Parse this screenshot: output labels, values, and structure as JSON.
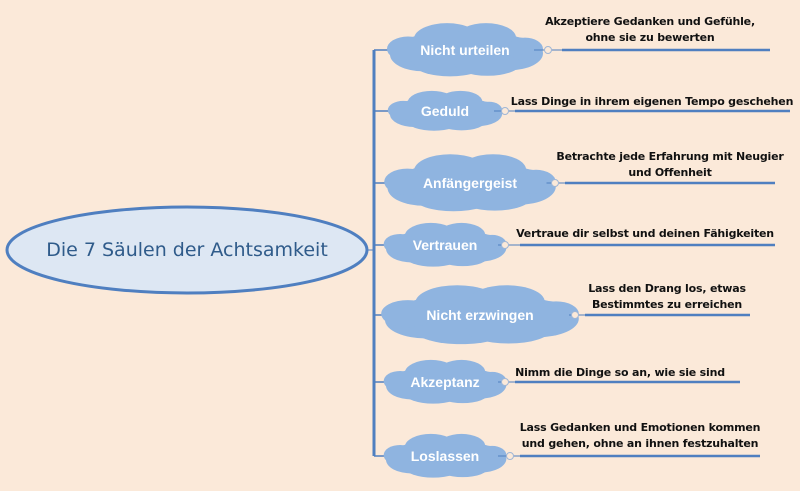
{
  "title": "Die 7 Säulen der Achtsamkeit",
  "colors": {
    "background": "#fbe9d9",
    "cloud": "#8fb4e0",
    "line": "#4f7fc0",
    "center_fill": "#dde7f3"
  },
  "pillars": [
    {
      "name": "Nicht urteilen",
      "desc": [
        "Akzeptiere Gedanken und Gefühle,",
        "ohne sie zu bewerten"
      ]
    },
    {
      "name": "Geduld",
      "desc": [
        "Lass Dinge in ihrem eigenen Tempo geschehen"
      ]
    },
    {
      "name": "Anfängergeist",
      "desc": [
        "Betrachte jede Erfahrung mit Neugier",
        "und Offenheit"
      ]
    },
    {
      "name": "Vertrauen",
      "desc": [
        "Vertraue dir selbst und deinen Fähigkeiten"
      ]
    },
    {
      "name": "Nicht erzwingen",
      "desc": [
        "Lass den Drang los, etwas",
        "Bestimmtes zu erreichen"
      ]
    },
    {
      "name": "Akzeptanz",
      "desc": [
        "Nimm die Dinge so an, wie sie sind"
      ]
    },
    {
      "name": "Loslassen",
      "desc": [
        "Lass Gedanken und Emotionen kommen",
        "und gehen, ohne an ihnen festzuhalten"
      ]
    }
  ]
}
